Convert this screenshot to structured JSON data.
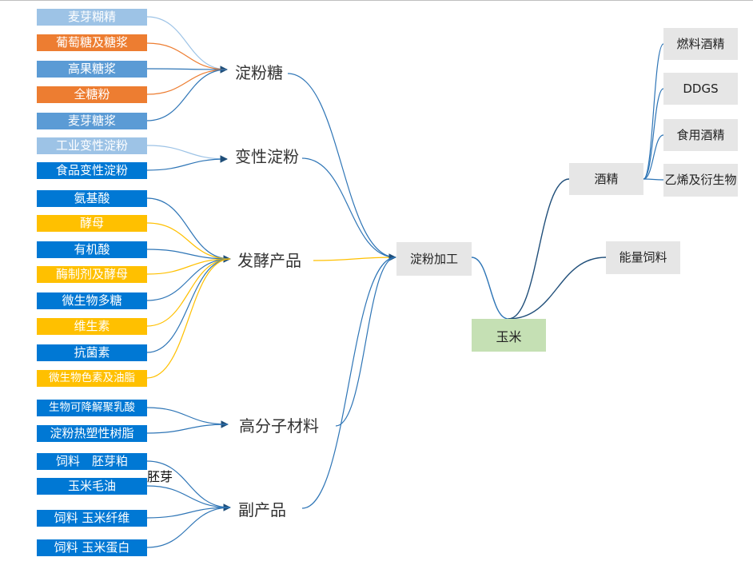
{
  "leaves": [
    {
      "label": "麦芽糊精",
      "color": "#9dc3e6"
    },
    {
      "label": "葡萄糖及糖浆",
      "color": "#ed7d31"
    },
    {
      "label": "高果糖浆",
      "color": "#5b9bd5"
    },
    {
      "label": "全糖粉",
      "color": "#ed7d31"
    },
    {
      "label": "麦芽糖浆",
      "color": "#5b9bd5"
    },
    {
      "label": "工业变性淀粉",
      "color": "#9dc3e6"
    },
    {
      "label": "食品变性淀粉",
      "color": "#0078d4"
    },
    {
      "label": "氨基酸",
      "color": "#0078d4"
    },
    {
      "label": "酵母",
      "color": "#ffc000"
    },
    {
      "label": "有机酸",
      "color": "#0078d4"
    },
    {
      "label": "酶制剂及酵母",
      "color": "#ffc000"
    },
    {
      "label": "微生物多糖",
      "color": "#0078d4"
    },
    {
      "label": "维生素",
      "color": "#ffc000"
    },
    {
      "label": "抗菌素",
      "color": "#0078d4"
    },
    {
      "label": "微生物色素及油脂",
      "color": "#ffc000"
    },
    {
      "label": "生物可降解聚乳酸",
      "color": "#0078d4"
    },
    {
      "label": "淀粉热塑性树脂",
      "color": "#0078d4"
    },
    {
      "label": "饲料　胚芽粕",
      "color": "#0078d4"
    },
    {
      "label": "玉米毛油",
      "color": "#0078d4"
    },
    {
      "label": "饲料 玉米纤维",
      "color": "#0078d4"
    },
    {
      "label": "饲料 玉米蛋白",
      "color": "#0078d4"
    }
  ],
  "categories": [
    "淀粉糖",
    "变性淀粉",
    "发酵产品",
    "高分子材料",
    "副产品"
  ],
  "side_label": "胚芽",
  "hub": "淀粉加工",
  "root": "玉米",
  "alcohol": "酒精",
  "feed": "能量饲料",
  "alcohol_products": [
    "燃料酒精",
    "DDGS",
    "食用酒精",
    "乙烯及衍生物"
  ],
  "colors": {
    "line_blue": "#2e75b6",
    "line_orange": "#ed7d31",
    "line_yellow": "#ffc000",
    "line_light": "#9dc3e6",
    "arrow": "#1f4e79",
    "root_fill": "#c5e0b4",
    "box_fill": "#e6e6e6"
  }
}
